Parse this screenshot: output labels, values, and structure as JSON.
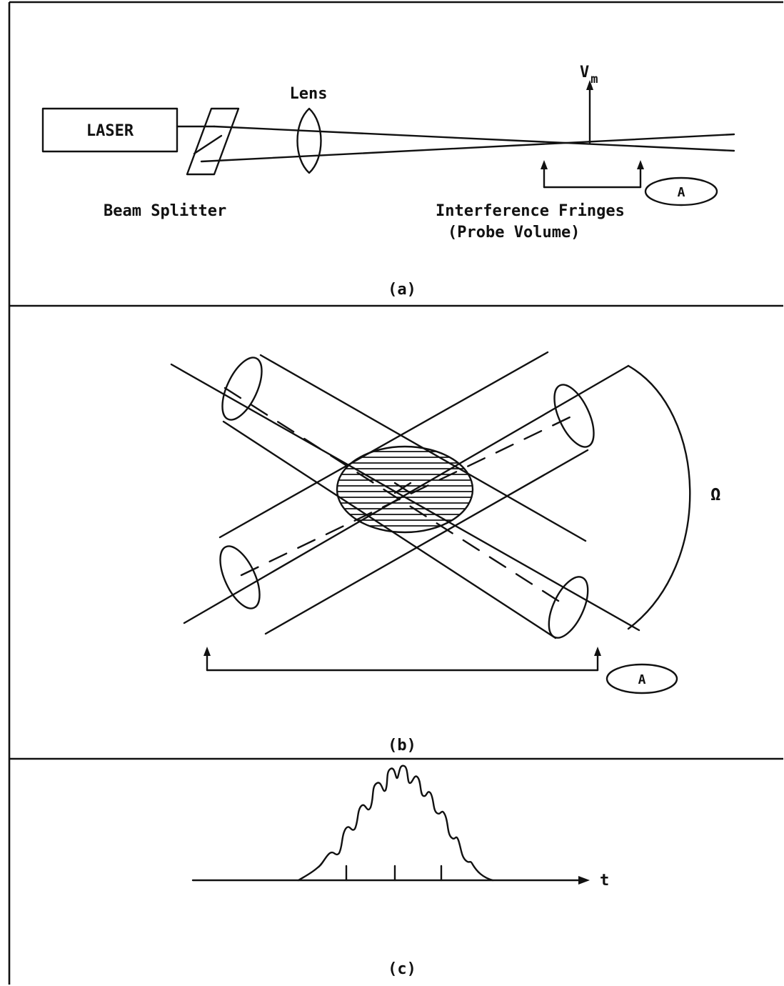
{
  "panel_a": {
    "laser_label": "LASER",
    "lens_label": "Lens",
    "velocity_label": "V",
    "velocity_subscript": "m",
    "beam_splitter_label": "Beam Splitter",
    "fringes_label_line1": "Interference Fringes",
    "fringes_label_line2": "(Probe Volume)",
    "section_marker": "A",
    "caption": "(a)"
  },
  "panel_b": {
    "angle_label": "Ω",
    "section_marker": "A",
    "caption": "(b)"
  },
  "panel_c": {
    "axis_label": "t",
    "caption": "(c)"
  }
}
